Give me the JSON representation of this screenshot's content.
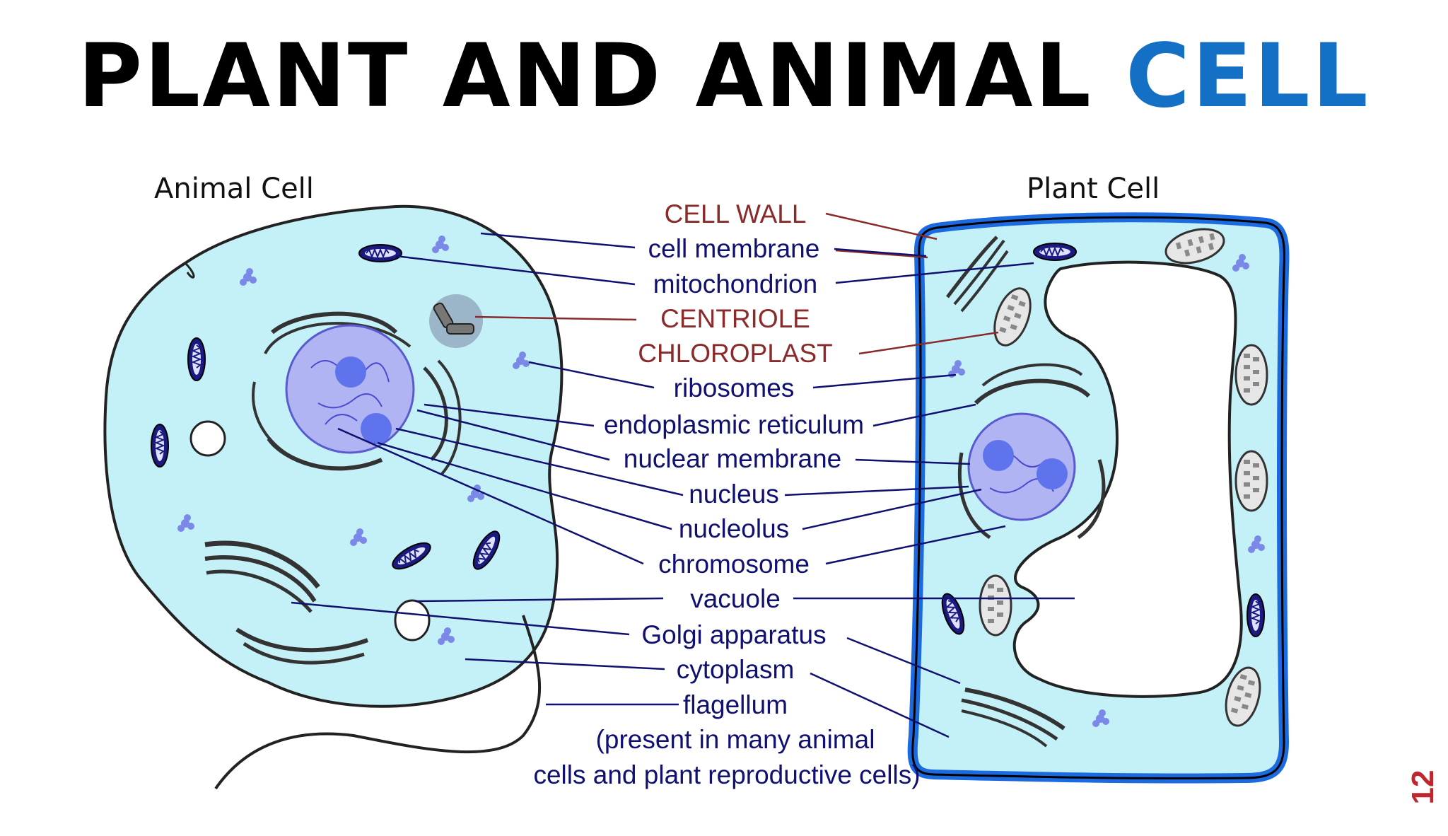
{
  "title": {
    "main": "PLANT AND ANIMAL ",
    "accent": "CELL"
  },
  "page_number": "12",
  "headings": {
    "animal": "Animal Cell",
    "plant": "Plant Cell"
  },
  "labels": {
    "cell_wall": "CELL WALL",
    "cell_membrane": "cell membrane",
    "mitochondrion": "mitochondrion",
    "centriole": "CENTRIOLE",
    "chloroplast": "CHLOROPLAST",
    "ribosomes": "ribosomes",
    "endoplasmic_reticulum": "endoplasmic reticulum",
    "nuclear_membrane": "nuclear membrane",
    "nucleus": "nucleus",
    "nucleolus": "nucleolus",
    "chromosome": "chromosome",
    "vacuole": "vacuole",
    "golgi": "Golgi apparatus",
    "cytoplasm": "cytoplasm",
    "flagellum": "flagellum",
    "note_line1": "(present  in many animal",
    "note_line2": "cells and  plant reproductive cells)"
  },
  "colors": {
    "accent": "#1470c4",
    "page_number": "#c0262d",
    "cytoplasm": "#c4f1f7",
    "nucleus": "#b0b4f2",
    "nucleolus": "#5f74ec",
    "cell_wall": "#1c6ae0",
    "label_text": "#101070",
    "label_red": "#8a2a2a"
  }
}
